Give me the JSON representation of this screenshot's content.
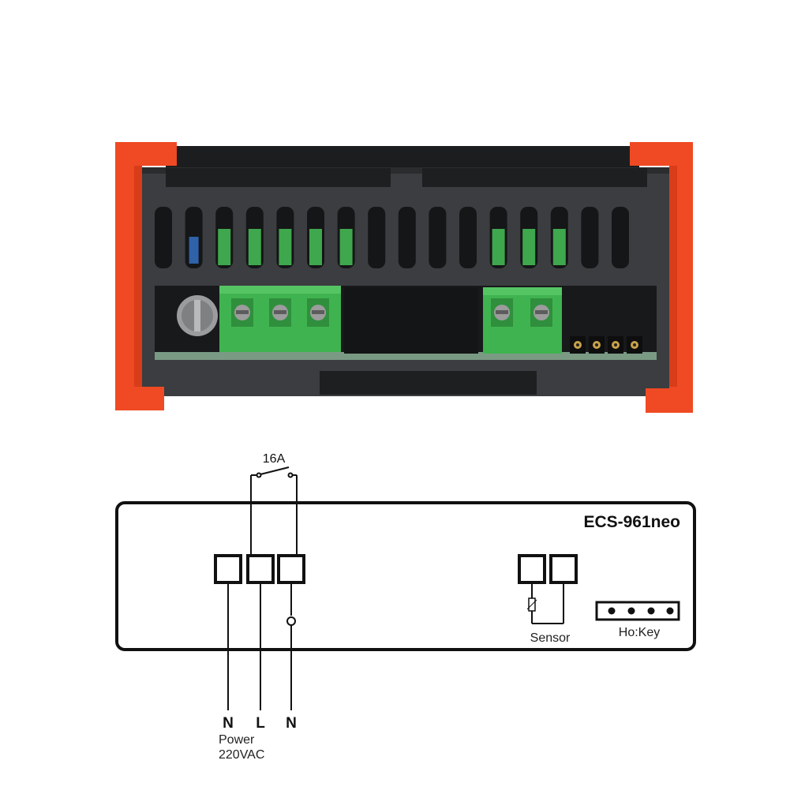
{
  "diagram": {
    "model": "ECS-961neo",
    "relay_rating": "16A",
    "terminal_labels": {
      "neutral_left": "N",
      "line": "L",
      "neutral_right": "N"
    },
    "power_label": "Power",
    "voltage_label": "220VAC",
    "sensor_label": "Sensor",
    "key_label": "Ho:Key"
  },
  "colors": {
    "housing": "#3b3d40",
    "housing_dark": "#1f2123",
    "clip_orange": "#ef4a23",
    "terminal_green": "#3fb34f",
    "pcb_green": "#7a9a84",
    "line": "#111111"
  },
  "icons": [
    "controller-rear-photo",
    "thermistor-symbol",
    "relay-contact-symbol",
    "header-pins"
  ]
}
